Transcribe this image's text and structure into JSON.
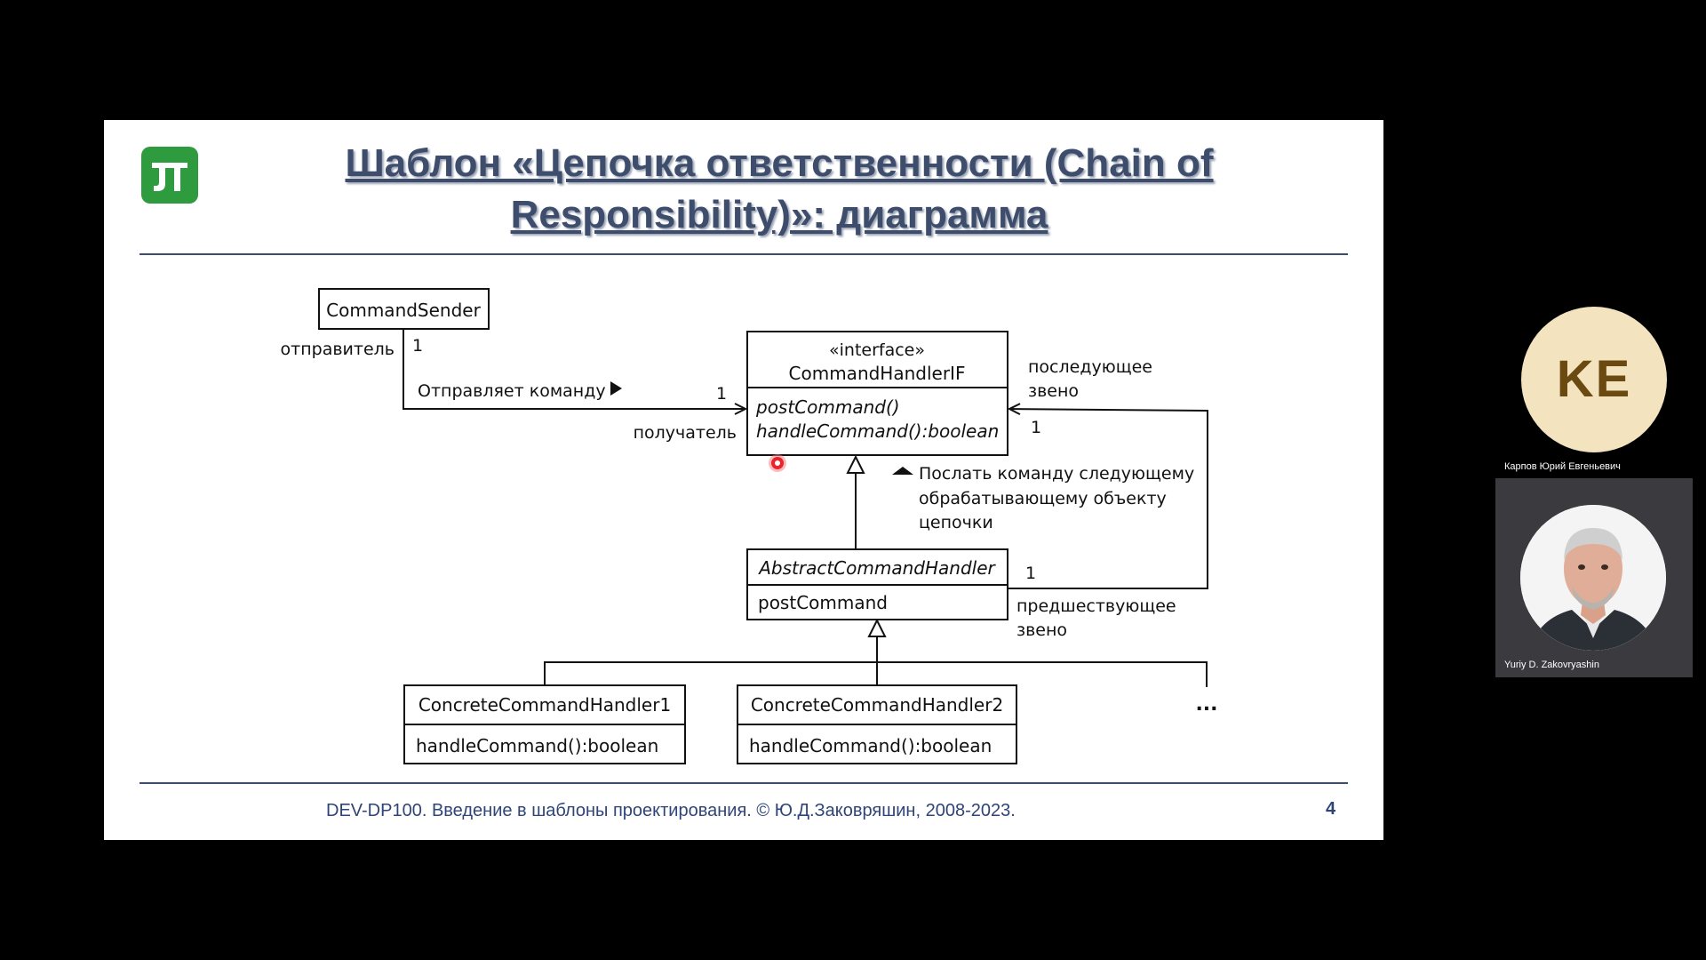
{
  "slide": {
    "title": "Шаблон «Цепочка ответственности (Chain of Responsibility)»: диаграмма",
    "footer": "DEV-DP100. Введение в шаблоны проектирования. © Ю.Д.Заковряшин, 2008-2023.",
    "page_number": "4",
    "accent_color": "#3e4d6b",
    "logo_color": "#2e9b3e"
  },
  "diagram": {
    "command_sender": "CommandSender",
    "sender_role": "отправитель",
    "sender_mult": "1",
    "sends_command": "Отправляет команду",
    "receiver_mult": "1",
    "receiver_role": "получатель",
    "interface_stereotype": "«interface»",
    "interface_name": "CommandHandlerIF",
    "interface_op1": "postCommand()",
    "interface_op2": "handleCommand():boolean",
    "successor_label_1": "последующее",
    "successor_label_2": "звено",
    "successor_mult": "1",
    "forward_note_1": "Послать команду следующему",
    "forward_note_2": "обрабатывающему объекту",
    "forward_note_3": "цепочки",
    "abstract_name": "AbstractCommandHandler",
    "abstract_attr": "postCommand",
    "predecessor_mult": "1",
    "predecessor_label_1": "предшествующее",
    "predecessor_label_2": "звено",
    "concrete1_name": "ConcreteCommandHandler1",
    "concrete1_op": "handleCommand():boolean",
    "concrete2_name": "ConcreteCommandHandler2",
    "concrete2_op": "handleCommand():boolean",
    "ellipsis": "..."
  },
  "participants": [
    {
      "initials": "KE",
      "name": "Карпов Юрий Евгеньевич"
    },
    {
      "name": "Yuriy D. Zakovryashin"
    }
  ]
}
